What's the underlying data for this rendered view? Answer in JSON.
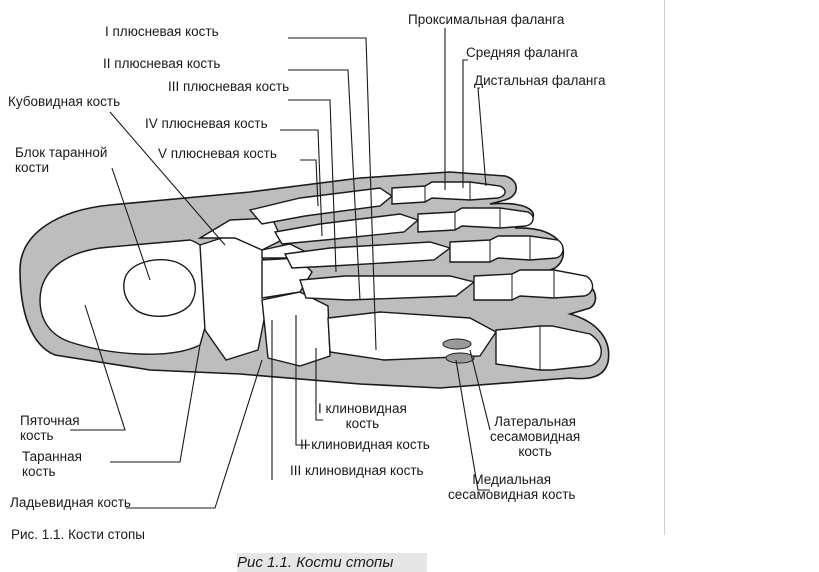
{
  "labels": {
    "metatarsal_1": "I плюсневая кость",
    "metatarsal_2": "II плюсневая кость",
    "metatarsal_3": "III плюсневая кость",
    "metatarsal_4": "IV плюсневая кость",
    "metatarsal_5": "V плюсневая кость",
    "cuboid": "Кубовидная кость",
    "talus_trochlea": "Блок таранной\nкости",
    "proximal_phalanx": "Проксимальная фаланга",
    "middle_phalanx": "Средняя фаланга",
    "distal_phalanx": "Дистальная фаланга",
    "calcaneus": "Пяточная\nкость",
    "talus": "Таранная\nкость",
    "navicular": "Ладьевидная кость",
    "cuneiform_1": "I клиновидная\nкость",
    "cuneiform_2": "II клиновидная кость",
    "cuneiform_3": "III клиновидная кость",
    "lateral_sesamoid": "Латеральная\nсесамовидная\nкость",
    "medial_sesamoid": "Медиальная\nсесамовидная кость"
  },
  "caption": "Рис. 1.1. Кости стопы",
  "sub_caption": "Рис 1.1. Кости стопы",
  "colors": {
    "soft_tissue": "#bdbdbd",
    "bone": "#ffffff",
    "outline": "#1a1a1a",
    "sesamoid": "#9a9a9a"
  }
}
